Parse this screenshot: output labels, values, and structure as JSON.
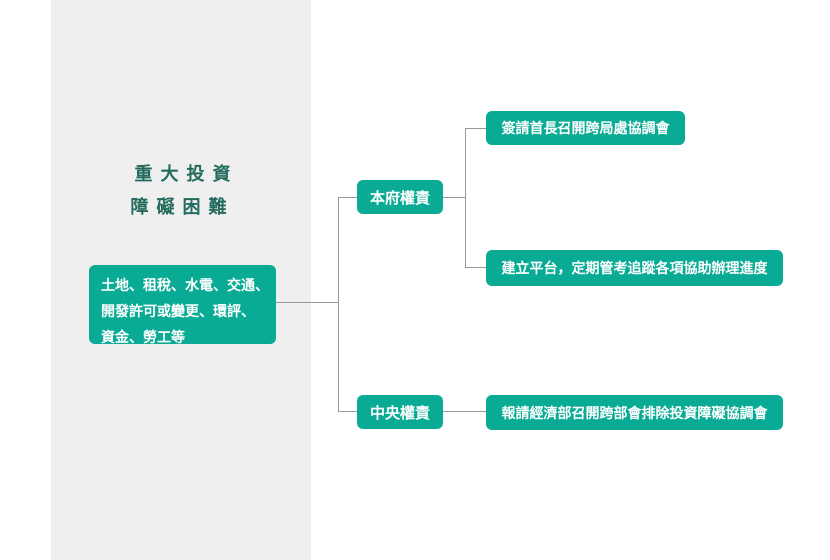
{
  "colors": {
    "teal": "#0aab94",
    "title": "#216a5c",
    "line": "#999999",
    "panel": "#efefef",
    "text_on_teal": "#ffffff",
    "page_bg": "#ffffff"
  },
  "title": {
    "line1": "重大投資",
    "line2": "障礙困難"
  },
  "root_node": {
    "label": "土地、租稅、水電、交通、開發許可或變更、環評、資金、勞工等",
    "lines": [
      "土地、租稅、水電、交通、",
      "開發許可或變更、環評、",
      "資金、勞工等"
    ]
  },
  "branches": [
    {
      "label": "本府權責",
      "children": [
        {
          "label": "簽請首長召開跨局處協調會"
        },
        {
          "label": "建立平台，定期管考追蹤各項協助辦理進度"
        }
      ]
    },
    {
      "label": "中央權責",
      "children": [
        {
          "label": "報請經濟部召開跨部會排除投資障礙協調會"
        }
      ]
    }
  ]
}
